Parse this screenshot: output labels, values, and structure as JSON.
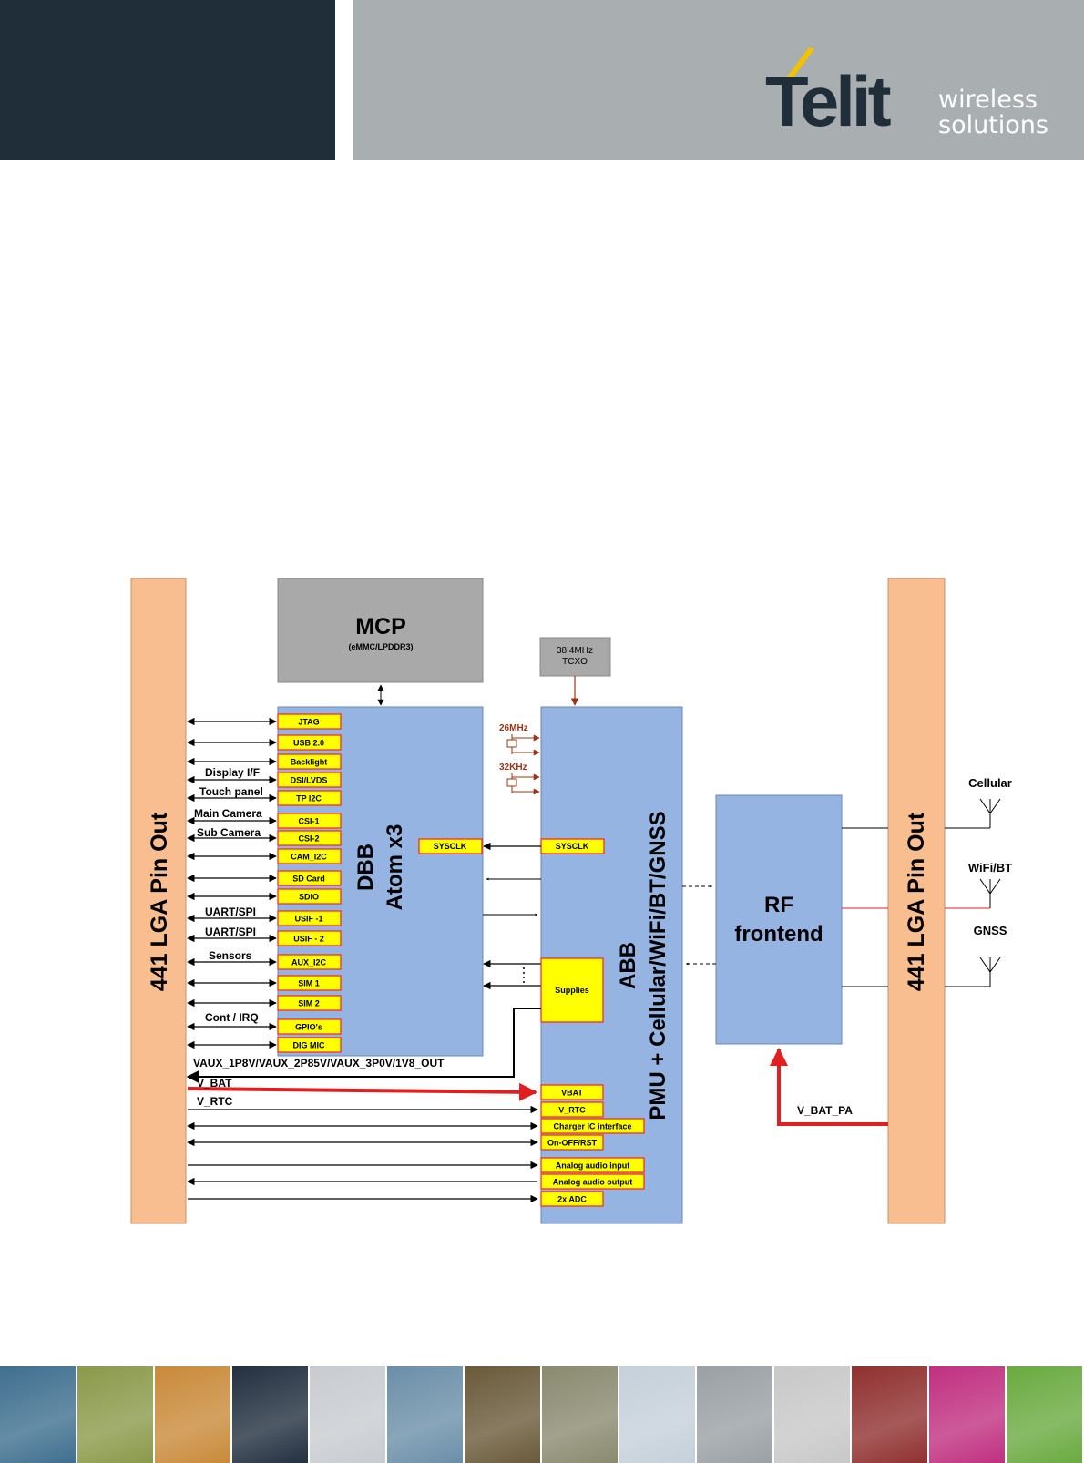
{
  "header": {
    "brand": "Telit",
    "brand_tagline_line1": "wireless",
    "brand_tagline_line2": "solutions",
    "colors": {
      "dark": "#1f2e38",
      "gray": "#a9aeb1",
      "slash": "#f2c200"
    }
  },
  "diagram": {
    "left_pin_label": "441 LGA Pin Out",
    "right_pin_label": "441 LGA Pin Out",
    "mcp": {
      "title": "MCP",
      "subtitle": "(eMMC/LPDDR3)"
    },
    "tcxo": {
      "line1": "38.4MHz",
      "line2": "TCXO"
    },
    "dbb": {
      "line1": "DBB",
      "line2": "Atom x3"
    },
    "abb": {
      "line1": "ABB",
      "line2": "PMU + Cellular/WiFi/BT/GNSS"
    },
    "rf": {
      "line1": "RF",
      "line2": "frontend"
    },
    "clocks": {
      "c26": "26MHz",
      "c32": "32KHz"
    },
    "dbb_ports": [
      "JTAG",
      "USB 2.0",
      "Backlight",
      "DSI/LVDS",
      "TP I2C",
      "CSI-1",
      "CSI-2",
      "CAM_I2C",
      "SD Card",
      "SDIO",
      "USIF -1",
      "USIF - 2",
      "AUX_I2C",
      "SIM 1",
      "SIM 2",
      "GPIO's",
      "DIG MIC"
    ],
    "dbb_sysclk": "SYSCLK",
    "abb_sysclk": "SYSCLK",
    "supplies": "Supplies",
    "abb_ports": [
      "VBAT",
      "V_RTC",
      "Charger IC interface",
      "On-OFF/RST",
      "Analog audio input",
      "Analog audio output",
      "2x ADC"
    ],
    "signal_labels": [
      "Display I/F",
      "Touch panel",
      "Main Camera",
      "Sub Camera",
      "UART/SPI",
      "UART/SPI",
      "Sensors",
      "Cont / IRQ"
    ],
    "vaux_label": "VAUX_1P8V/VAUX_2P85V/VAUX_3P0V/1V8_OUT",
    "vbat_label": "V_BAT",
    "vrtc_label": "V_RTC",
    "vbat_pa_label": "V_BAT_PA",
    "antennas": [
      "Cellular",
      "WiFi/BT",
      "GNSS"
    ],
    "colors": {
      "pin": "#f8be90",
      "block": "#96b4e2",
      "port": "#ffff00",
      "port_border": "#ff2020",
      "mcp": "#a9a9a9",
      "power": "#e02020",
      "clock": "#9a3412"
    }
  },
  "footer_tiles": [
    "#3f6f8f",
    "#8a9a4a",
    "#c98a3a",
    "#233040",
    "#c8ccd0",
    "#6b8fa8",
    "#6a5a3a",
    "#8a8a70",
    "#c5d0da",
    "#9aa0a4",
    "#c8c8c8",
    "#903030",
    "#c03080",
    "#6aaa40"
  ]
}
